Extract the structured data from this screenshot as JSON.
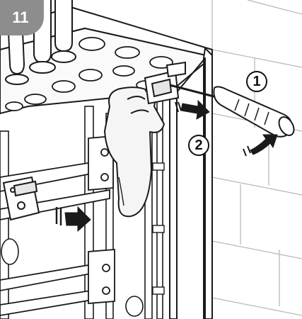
{
  "step": {
    "number": "11"
  },
  "callouts": [
    {
      "label": "1"
    },
    {
      "label": "2"
    }
  ],
  "colors": {
    "badge": "#8d8d8d",
    "line": "#1a1a1a",
    "wall_grid": "#b5b5b5",
    "glove": "#f4f4f4"
  }
}
